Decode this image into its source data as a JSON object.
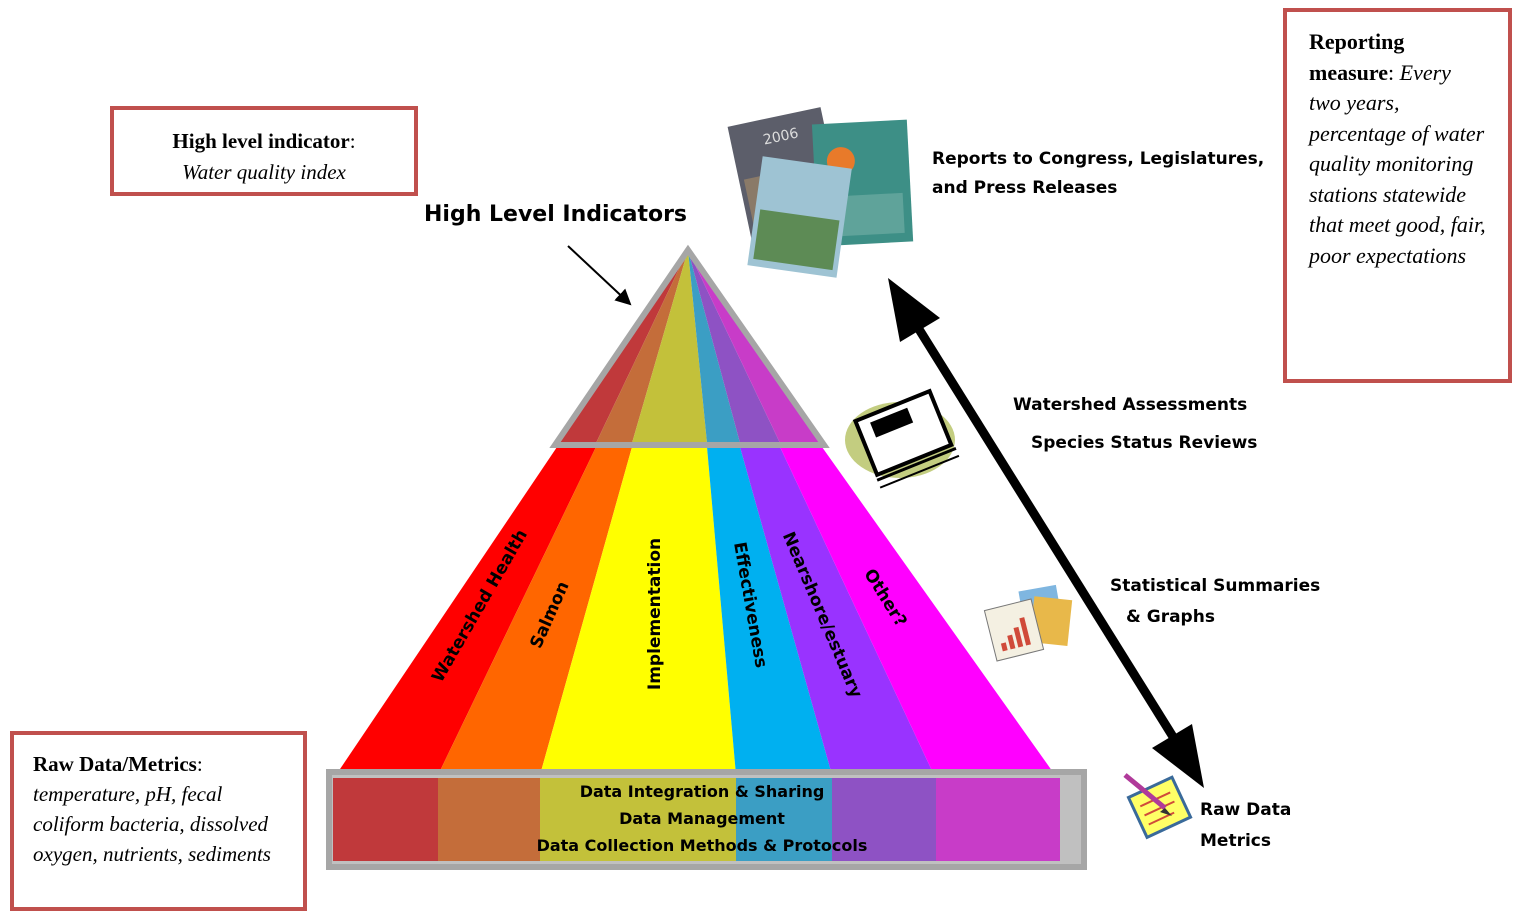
{
  "boxes": {
    "high_level": {
      "term": "High level indicator",
      "sep": ":",
      "desc": "Water quality index"
    },
    "reporting": {
      "term": "Reporting measure",
      "sep": ":",
      "desc": "Every two years, percentage of water quality monitoring stations statewide that meet good, fair, poor expectations"
    },
    "raw": {
      "term": "Raw Data/Metrics",
      "sep": ":",
      "desc": "temperature, pH, fecal coliform bacteria, dissolved oxygen, nutrients, sediments"
    }
  },
  "labels": {
    "high_level_indicators": "High Level Indicators",
    "reports_line1": "Reports to Congress, Legislatures,",
    "reports_line2": "and Press Releases",
    "watershed_assessments": "Watershed Assessments",
    "species_status": "Species Status Reviews",
    "stat_line1": "Statistical Summaries",
    "stat_line2": "& Graphs",
    "raw_line1": "Raw Data",
    "raw_line2": "Metrics"
  },
  "categories": [
    {
      "label": "Watershed Health",
      "color": "#ff0000",
      "base_color": "#c0393b"
    },
    {
      "label": "Salmon",
      "color": "#ff6600",
      "base_color": "#c46d3a"
    },
    {
      "label": "Implementation",
      "color": "#ffff00",
      "base_color": "#c3c13a"
    },
    {
      "label": "Effectiveness",
      "color": "#00b0f0",
      "base_color": "#3b9ec4"
    },
    {
      "label": "Nearshore/estuary",
      "color": "#9933ff",
      "base_color": "#8e52c4"
    },
    {
      "label": "Other?",
      "color": "#ff00ff",
      "base_color": "#c83cc8"
    }
  ],
  "base_lines": [
    "Data Integration & Sharing",
    "Data Management",
    "Data Collection Methods & Protocols"
  ],
  "icons": [
    "report-covers-icon",
    "book-icon",
    "chart-documents-icon",
    "notepad-pencil-icon"
  ]
}
